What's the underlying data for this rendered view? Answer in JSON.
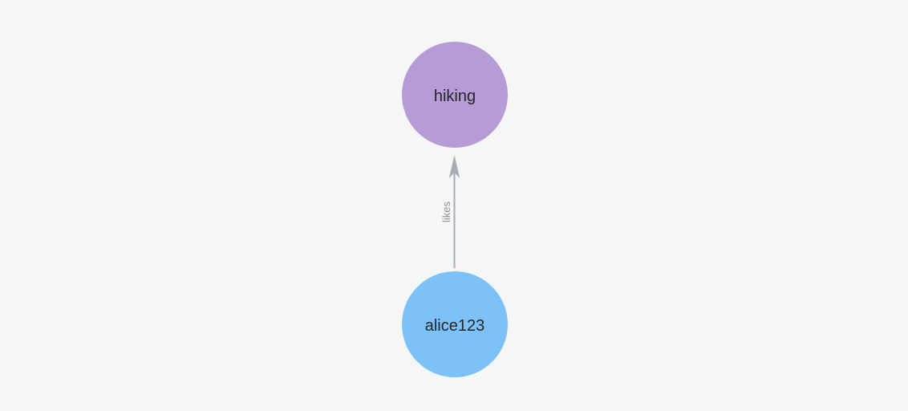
{
  "canvas": {
    "background": "#f5f6f6"
  },
  "graph": {
    "nodes": [
      {
        "label": "hiking",
        "color": "#b69cd6",
        "text_color": "#262626"
      },
      {
        "label": "alice123",
        "color": "#7cc1f7",
        "text_color": "#262626"
      }
    ],
    "edges": [
      {
        "label": "likes",
        "from": "alice123",
        "to": "hiking",
        "color": "#a8abb5",
        "label_color": "#8e8e8e"
      }
    ]
  }
}
